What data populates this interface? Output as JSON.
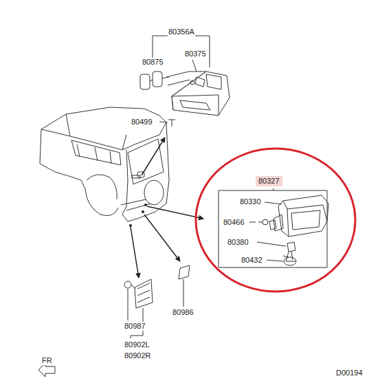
{
  "diagram": {
    "nodes": [
      {
        "text": [
          "80327"
        ]
      }
    ],
    "labels": [
      "80356A",
      "80875",
      "80375",
      "80499",
      "80330",
      "80466",
      "80380",
      "80432",
      "80987",
      "80902L",
      "80902R",
      "80986",
      "FR",
      "D00194"
    ]
  }
}
